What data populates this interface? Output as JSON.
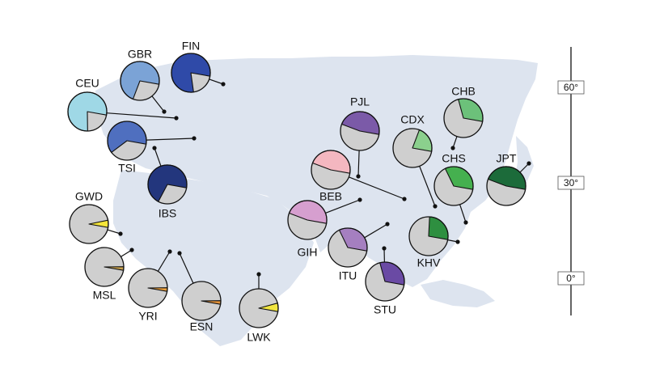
{
  "map": {
    "land_color": "#dde4ef",
    "other_color": "#cfcfcf",
    "outline_color": "#111111"
  },
  "latitude_axis": {
    "ticks": [
      {
        "value": 60,
        "label": "60°"
      },
      {
        "value": 30,
        "label": "30°"
      },
      {
        "value": 0,
        "label": "0°"
      }
    ]
  },
  "populations": [
    {
      "code": "CEU",
      "fraction": 0.78,
      "color": "#9fd8e6"
    },
    {
      "code": "GBR",
      "fraction": 0.72,
      "color": "#7ba3d6"
    },
    {
      "code": "FIN",
      "fraction": 0.8,
      "color": "#2f4aa8"
    },
    {
      "code": "TSI",
      "fraction": 0.63,
      "color": "#4f6fbf"
    },
    {
      "code": "IBS",
      "fraction": 0.7,
      "color": "#23367d"
    },
    {
      "code": "PJL",
      "fraction": 0.47,
      "color": "#7b5aa8"
    },
    {
      "code": "BEB",
      "fraction": 0.47,
      "color": "#f4b7c0"
    },
    {
      "code": "GIH",
      "fraction": 0.47,
      "color": "#d69fcf"
    },
    {
      "code": "ITU",
      "fraction": 0.35,
      "color": "#a57fc0"
    },
    {
      "code": "STU",
      "fraction": 0.32,
      "color": "#6a4aa4"
    },
    {
      "code": "CDX",
      "fraction": 0.22,
      "color": "#8bd08d"
    },
    {
      "code": "CHB",
      "fraction": 0.32,
      "color": "#6cc17a"
    },
    {
      "code": "CHS",
      "fraction": 0.35,
      "color": "#45b04f"
    },
    {
      "code": "JPT",
      "fraction": 0.47,
      "color": "#1c6b3a"
    },
    {
      "code": "KHV",
      "fraction": 0.27,
      "color": "#2e8f40"
    },
    {
      "code": "GWD",
      "fraction": 0.06,
      "color": "#f4e53a"
    },
    {
      "code": "MSL",
      "fraction": 0.03,
      "color": "#c9a24e"
    },
    {
      "code": "YRI",
      "fraction": 0.03,
      "color": "#f0a23c"
    },
    {
      "code": "ESN",
      "fraction": 0.03,
      "color": "#e8953a"
    },
    {
      "code": "LWK",
      "fraction": 0.07,
      "color": "#f2e640"
    }
  ]
}
